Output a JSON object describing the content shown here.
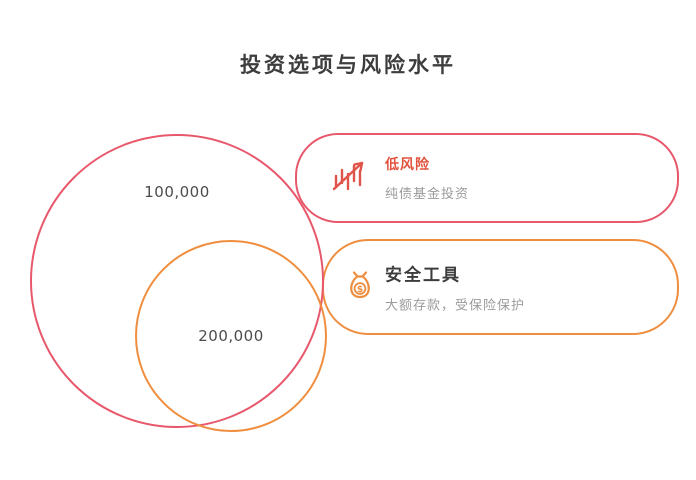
{
  "title": "投资选项与风险水平",
  "accent_colors": {
    "pink_red": "#e8586c",
    "red_orange_label": "#e2533f",
    "orange": "#ef8e3f",
    "dark_text": "#3d3d3d",
    "muted_text": "#9b9b9b"
  },
  "diagram": {
    "bubbles": [
      {
        "name": "low-risk-amount",
        "value": "100,000",
        "color": "#e8586c"
      },
      {
        "name": "safety-amount",
        "value": "200,000",
        "color": "#ef8e3f"
      }
    ],
    "cards": [
      {
        "label": "低风险",
        "description": "纯债基金投资",
        "icon": "rising-stock-chart-icon",
        "accent": "#e8586c"
      },
      {
        "label": "安全工具",
        "description": "大额存款，受保险保护",
        "icon": "money-bag-icon",
        "accent": "#ef8e3f"
      }
    ]
  }
}
